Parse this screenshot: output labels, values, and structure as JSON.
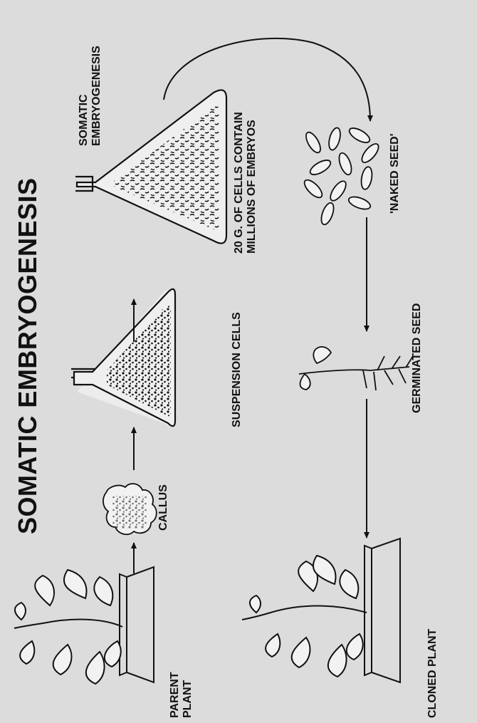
{
  "title": "SOMATIC EMBRYOGENESIS",
  "labels": {
    "parent_plant_1": "PARENT",
    "parent_plant_2": "PLANT",
    "callus": "CALLUS",
    "suspension_cells": "SUSPENSION CELLS",
    "cells_line1": "20 G. OF CELLS CONTAIN",
    "cells_line2": "MILLIONS OF EMBRYOS",
    "somatic_line1": "SOMATIC",
    "somatic_line2": "EMBRYOGENESIS",
    "naked_seed": "'NAKED SEED'",
    "germinated_seed": "GERMINATED SEED",
    "cloned_plant": "CLONED PLANT"
  },
  "colors": {
    "background": "#dcdcdc",
    "ink": "#111111"
  }
}
